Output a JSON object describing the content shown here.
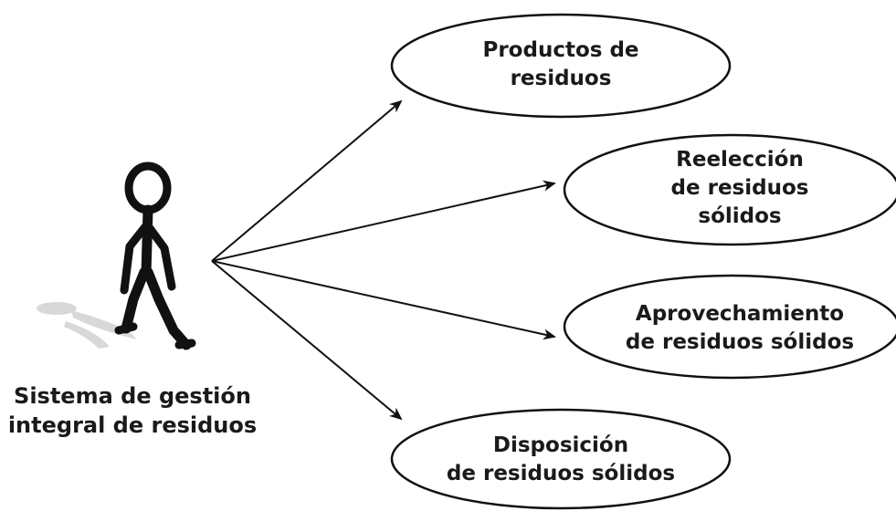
{
  "actor": {
    "label_lines": [
      "Sistema de gestión",
      "integral de residuos"
    ]
  },
  "use_cases": [
    {
      "id": "productos",
      "lines": [
        "Productos de",
        "residuos"
      ]
    },
    {
      "id": "reeleccion",
      "lines": [
        "Reelección",
        "de residuos",
        "sólidos"
      ]
    },
    {
      "id": "aprovechamiento",
      "lines": [
        "Aprovechamiento",
        "de residuos sólidos"
      ]
    },
    {
      "id": "disposicion",
      "lines": [
        "Disposición",
        "de residuos sólidos"
      ]
    }
  ],
  "colors": {
    "stroke": "#111111",
    "text": "#1a1a1a",
    "shadow": "#c8c8c8"
  }
}
